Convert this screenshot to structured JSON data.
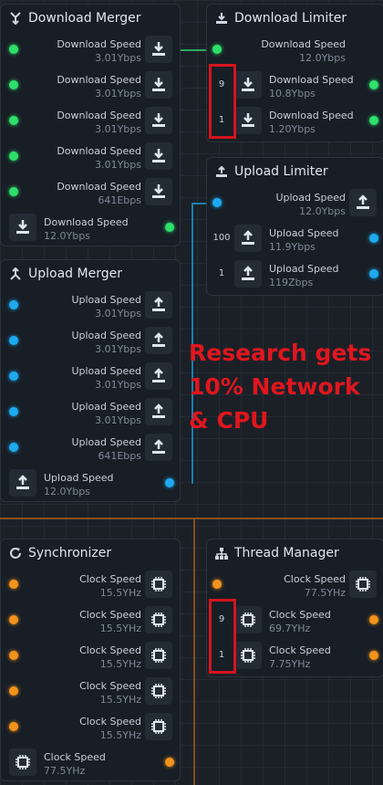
{
  "colors": {
    "green": "#2ee06a",
    "blue": "#1eaaf0",
    "orange": "#f2931c",
    "annotation": "#e0161e"
  },
  "download_merger": {
    "title": "Download Merger",
    "title_icon": "merge-arrows-icon",
    "inputs": [
      {
        "label": "Download Speed",
        "value": "3.01Ybps"
      },
      {
        "label": "Download Speed",
        "value": "3.01Ybps"
      },
      {
        "label": "Download Speed",
        "value": "3.01Ybps"
      },
      {
        "label": "Download Speed",
        "value": "3.01Ybps"
      },
      {
        "label": "Download Speed",
        "value": "641Ebps"
      }
    ],
    "output": {
      "label": "Download Speed",
      "value": "12.0Ybps"
    }
  },
  "download_limiter": {
    "title": "Download Limiter",
    "title_icon": "download-limit-icon",
    "input": {
      "label": "Download Speed",
      "value": "12.0Ybps"
    },
    "outputs": [
      {
        "amount": "9",
        "label": "Download Speed",
        "value": "10.8Ybps"
      },
      {
        "amount": "1",
        "label": "Download Speed",
        "value": "1.20Ybps"
      }
    ]
  },
  "upload_limiter": {
    "title": "Upload Limiter",
    "title_icon": "upload-limit-icon",
    "input": {
      "label": "Upload Speed",
      "value": "12.0Ybps"
    },
    "outputs": [
      {
        "amount": "100",
        "label": "Upload Speed",
        "value": "11.9Ybps"
      },
      {
        "amount": "1",
        "label": "Upload Speed",
        "value": "119Zbps"
      }
    ]
  },
  "upload_merger": {
    "title": "Upload Merger",
    "title_icon": "merge-arrows-icon",
    "inputs": [
      {
        "label": "Upload Speed",
        "value": "3.01Ybps"
      },
      {
        "label": "Upload Speed",
        "value": "3.01Ybps"
      },
      {
        "label": "Upload Speed",
        "value": "3.01Ybps"
      },
      {
        "label": "Upload Speed",
        "value": "3.01Ybps"
      },
      {
        "label": "Upload Speed",
        "value": "641Ebps"
      }
    ],
    "output": {
      "label": "Upload Speed",
      "value": "12.0Ybps"
    }
  },
  "synchronizer": {
    "title": "Synchronizer",
    "title_icon": "sync-icon",
    "inputs": [
      {
        "label": "Clock Speed",
        "value": "15.5YHz"
      },
      {
        "label": "Clock Speed",
        "value": "15.5YHz"
      },
      {
        "label": "Clock Speed",
        "value": "15.5YHz"
      },
      {
        "label": "Clock Speed",
        "value": "15.5YHz"
      },
      {
        "label": "Clock Speed",
        "value": "15.5YHz"
      }
    ],
    "output": {
      "label": "Clock Speed",
      "value": "77.5YHz"
    }
  },
  "thread_manager": {
    "title": "Thread Manager",
    "title_icon": "hierarchy-icon",
    "input": {
      "label": "Clock Speed",
      "value": "77.5YHz"
    },
    "outputs": [
      {
        "amount": "9",
        "label": "Clock Speed",
        "value": "69.7YHz"
      },
      {
        "amount": "1",
        "label": "Clock Speed",
        "value": "7.75YHz"
      }
    ]
  },
  "annotation": {
    "lines": [
      "Research gets",
      "10% Network",
      "& CPU"
    ]
  }
}
